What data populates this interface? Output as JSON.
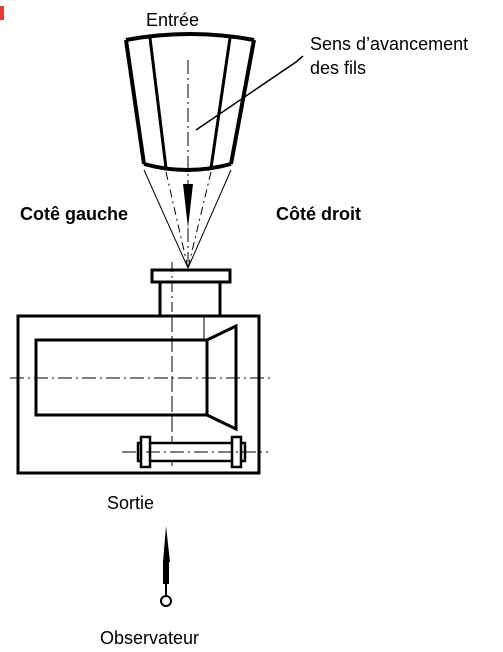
{
  "labels": {
    "entree": "Entrée",
    "sens_line1": "Sens d’avancement",
    "sens_line2": "des fils",
    "cote_gauche": "Cotê gauche",
    "cote_droit": "Côté droit",
    "sortie": "Sortie",
    "observateur": "Observateur"
  },
  "colors": {
    "ink": "#000000",
    "background": "#ffffff",
    "edge_mark": "#e23b3b"
  }
}
